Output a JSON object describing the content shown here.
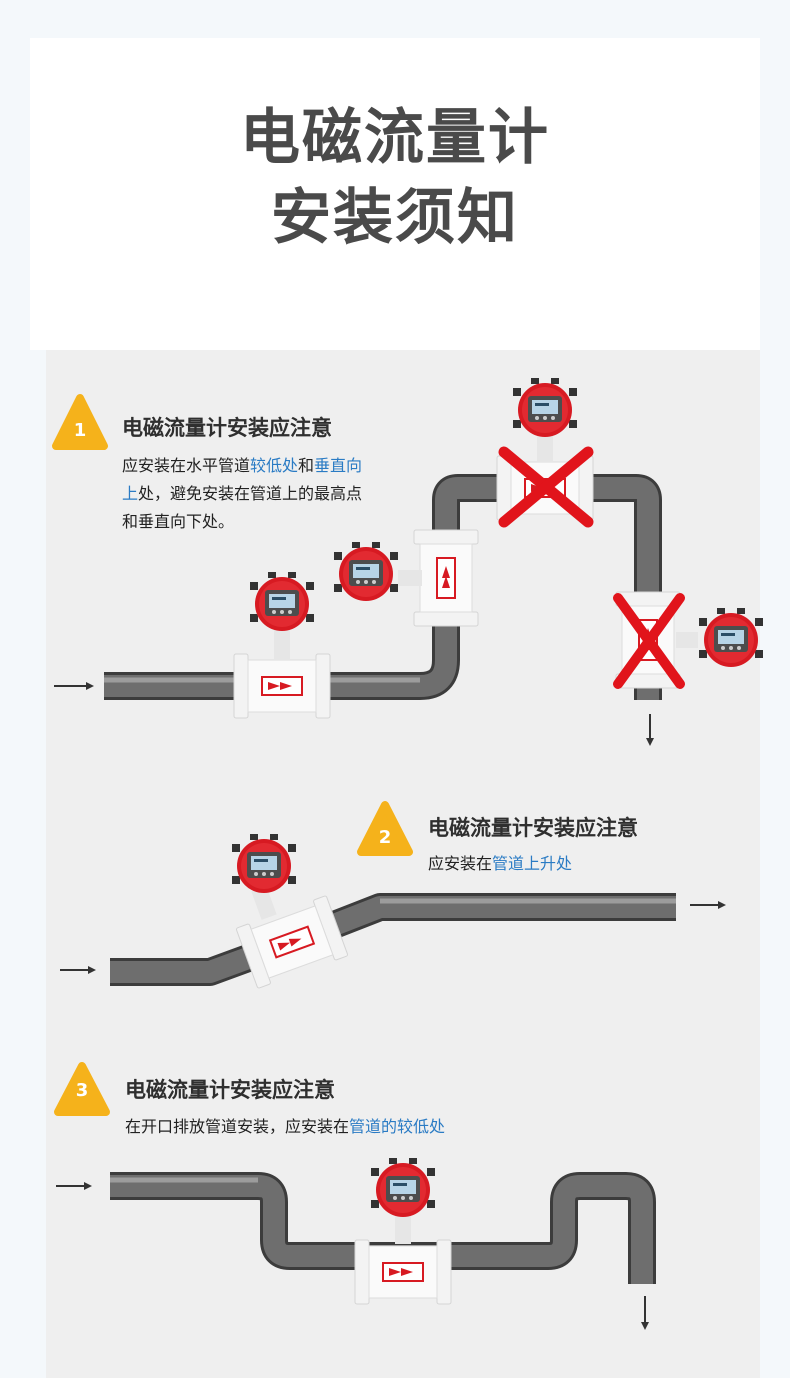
{
  "page": {
    "title_line1": "电磁流量计",
    "title_line2": "安装须知"
  },
  "colors": {
    "pipe": "#6a6a6a",
    "warning": "#f5b21b",
    "cross": "#e1141b",
    "meter_red": "#d71a22",
    "text_blue": "#2a7bc4"
  },
  "sections": [
    {
      "number": "1",
      "heading": "电磁流量计安装应注意",
      "line1_a": "应安装在水平管道",
      "line1_b": "较低处",
      "line1_c": "和",
      "line1_d": "垂直向",
      "line2_a": "上",
      "line2_b": "处，避免安装在管道上的最高点",
      "line3": "和垂直向下处。",
      "icons": [
        "warning-triangle-icon",
        "wrong-cross-icon"
      ]
    },
    {
      "number": "2",
      "heading": "电磁流量计安装应注意",
      "line1_a": "应安装在",
      "line1_b": "管道上升处"
    },
    {
      "number": "3",
      "heading": "电磁流量计安装应注意",
      "line1_a": "在开口排放管道安装，应安装在",
      "line1_b": "管道的较低处"
    }
  ]
}
